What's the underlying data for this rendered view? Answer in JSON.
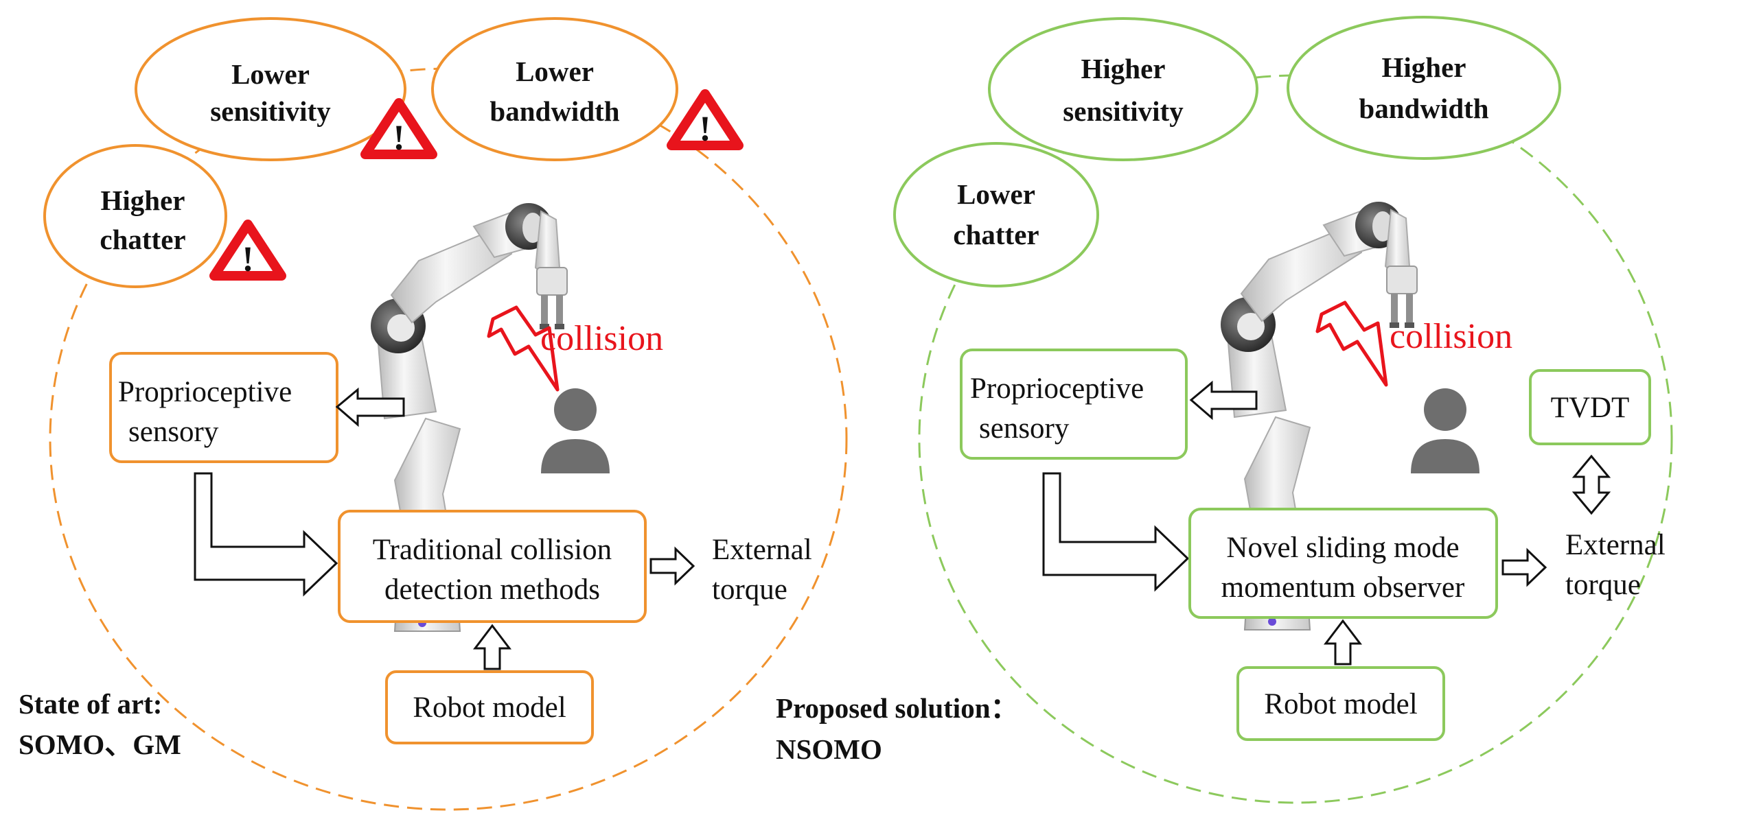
{
  "left_panel": {
    "ovals": {
      "sensitivity": [
        "Lower",
        "sensitivity"
      ],
      "bandwidth": [
        "Lower",
        "bandwidth"
      ],
      "chatter": [
        "Higher",
        "chatter"
      ]
    },
    "warning_glyph": "!",
    "collision_label": "collision",
    "boxes": {
      "sensory": [
        "Proprioceptive",
        "sensory"
      ],
      "method": [
        "Traditional collision",
        "detection methods"
      ],
      "model": "Robot model"
    },
    "output": [
      "External",
      "torque"
    ],
    "caption": [
      "State of art:",
      "SOMO、GM"
    ]
  },
  "right_panel": {
    "ovals": {
      "sensitivity": [
        "Higher",
        "sensitivity"
      ],
      "bandwidth": [
        "Higher",
        "bandwidth"
      ],
      "chatter": [
        "Lower",
        "chatter"
      ]
    },
    "collision_label": "collision",
    "boxes": {
      "sensory": [
        "Proprioceptive",
        "sensory"
      ],
      "method": [
        "Novel sliding mode",
        "momentum observer"
      ],
      "model": "Robot model",
      "tvdt": "TVDT"
    },
    "output": [
      "External",
      "torque"
    ],
    "caption": [
      "Proposed solution：",
      "NSOMO"
    ]
  },
  "colors": {
    "orange": "#F0922E",
    "green": "#8CC95C",
    "red": "#E8141C",
    "person": "#6E6E6E"
  }
}
